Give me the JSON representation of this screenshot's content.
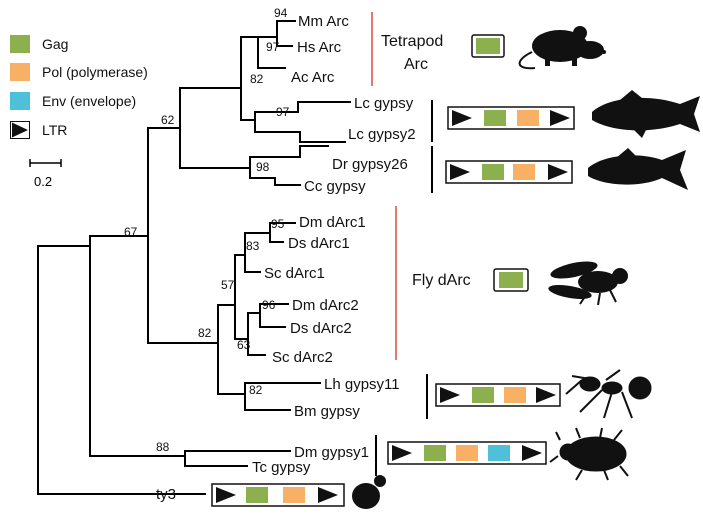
{
  "legend": {
    "items": [
      {
        "label": "Gag",
        "color": "#8bb04d"
      },
      {
        "label": "Pol (polymerase)",
        "color": "#f8b064"
      },
      {
        "label": "Env (envelope)",
        "color": "#4ec0d8"
      },
      {
        "label": "LTR",
        "color": "#111111"
      }
    ]
  },
  "scale_bar": {
    "label": "0.2"
  },
  "taxa": [
    "Mm Arc",
    "Hs Arc",
    "Ac Arc",
    "Lc gypsy",
    "Lc gypsy2",
    "Dr gypsy26",
    "Cc gypsy",
    "Dm dArc1",
    "Ds dArc1",
    "Sc dArc1",
    "Dm dArc2",
    "Ds dArc2",
    "Sc dArc2",
    "Lh gypsy11",
    "Bm gypsy",
    "Dm gypsy1",
    "Tc gypsy",
    "ty3"
  ],
  "bootstrap": [
    "94",
    "97",
    "82",
    "97",
    "98",
    "62",
    "95",
    "83",
    "57",
    "96",
    "63",
    "82",
    "82",
    "67",
    "88"
  ],
  "clades": {
    "tetrapod": {
      "line1": "Tetrapod",
      "line2": "Arc"
    },
    "fly": {
      "label": "Fly dArc"
    }
  },
  "colors": {
    "gag": "#8bb04d",
    "pol": "#f8b064",
    "env": "#4ec0d8",
    "ltr": "#111111",
    "clade_bar": "#e07a70",
    "branch": "#000000"
  },
  "silhouettes": [
    "mouse-icon",
    "fish-icon",
    "fish-icon",
    "fly-icon",
    "ant-icon",
    "beetle-icon",
    "yeast-icon"
  ]
}
